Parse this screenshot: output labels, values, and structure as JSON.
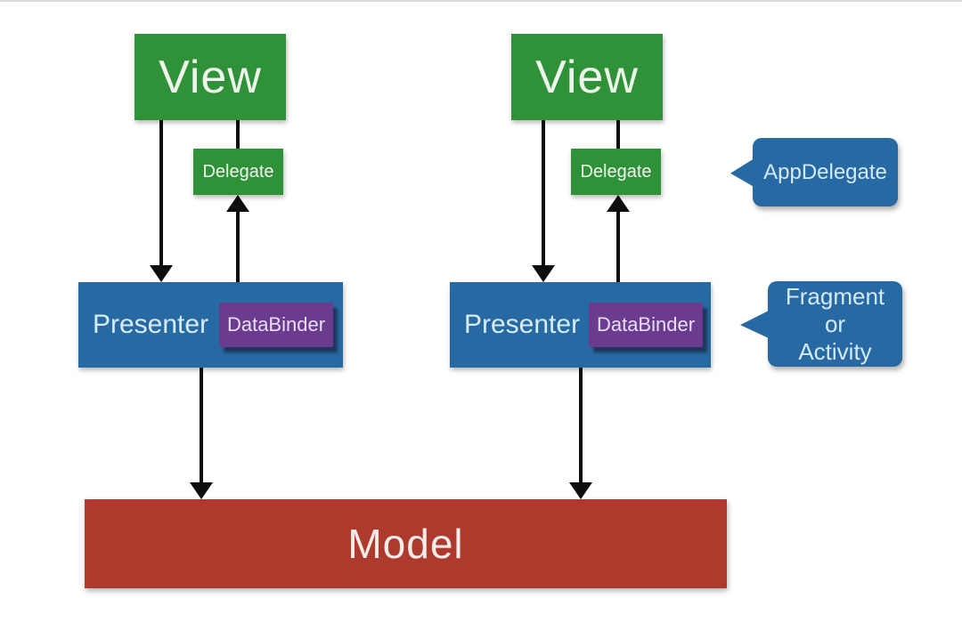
{
  "diagram": {
    "title_hint": "MVP architecture diagram (View - Presenter/DataBinder - Model)",
    "colors": {
      "box_green": "#2f9138",
      "box_blue": "#2769a3",
      "chip_purple": "#6a3b8f",
      "box_red": "#ae3a2d",
      "arrow_black": "#0d0d0d",
      "background": "#ffffff"
    },
    "groups": [
      {
        "view": "View",
        "delegate": "Delegate",
        "presenter": "Presenter",
        "databinder": "DataBinder"
      },
      {
        "view": "View",
        "delegate": "Delegate",
        "presenter": "Presenter",
        "databinder": "DataBinder"
      }
    ],
    "callouts": [
      {
        "lines": [
          "AppDelegate"
        ]
      },
      {
        "lines": [
          "Fragment",
          "or",
          "Activity"
        ]
      }
    ],
    "model": {
      "label": "Model"
    }
  }
}
